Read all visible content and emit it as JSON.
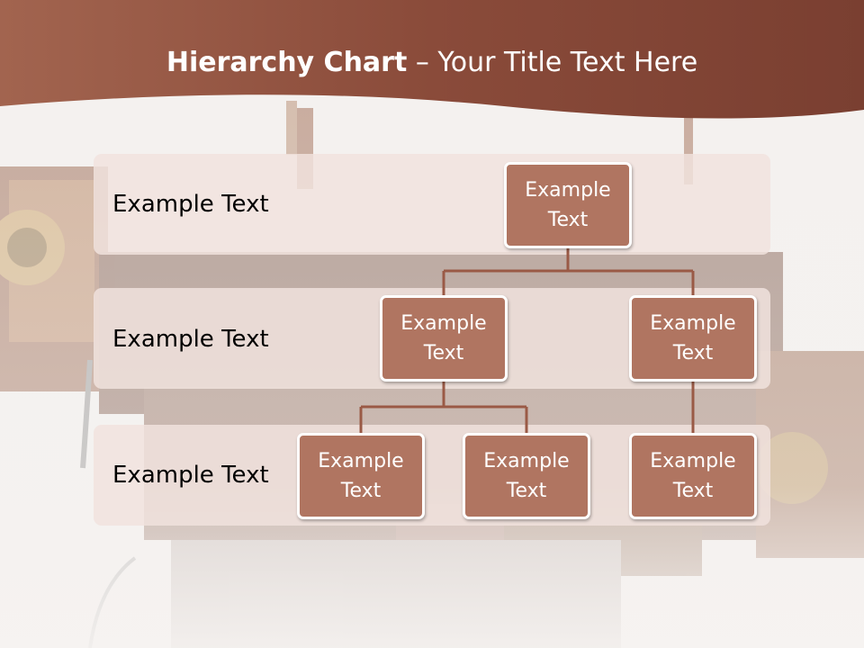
{
  "title": {
    "bold": "Hierarchy Chart",
    "separator": " – ",
    "rest": "Your Title Text Here"
  },
  "levels": [
    {
      "label": "Example Text"
    },
    {
      "label": "Example Text"
    },
    {
      "label": "Example Text"
    }
  ],
  "nodes": {
    "root": "Example Text",
    "level2": [
      "Example Text",
      "Example Text"
    ],
    "level3": [
      "Example Text",
      "Example Text",
      "Example Text"
    ]
  },
  "colors": {
    "header": "#8a4b3a",
    "node_fill": "#b07561",
    "connector": "#9a5a46",
    "band": "#f1e2de"
  }
}
